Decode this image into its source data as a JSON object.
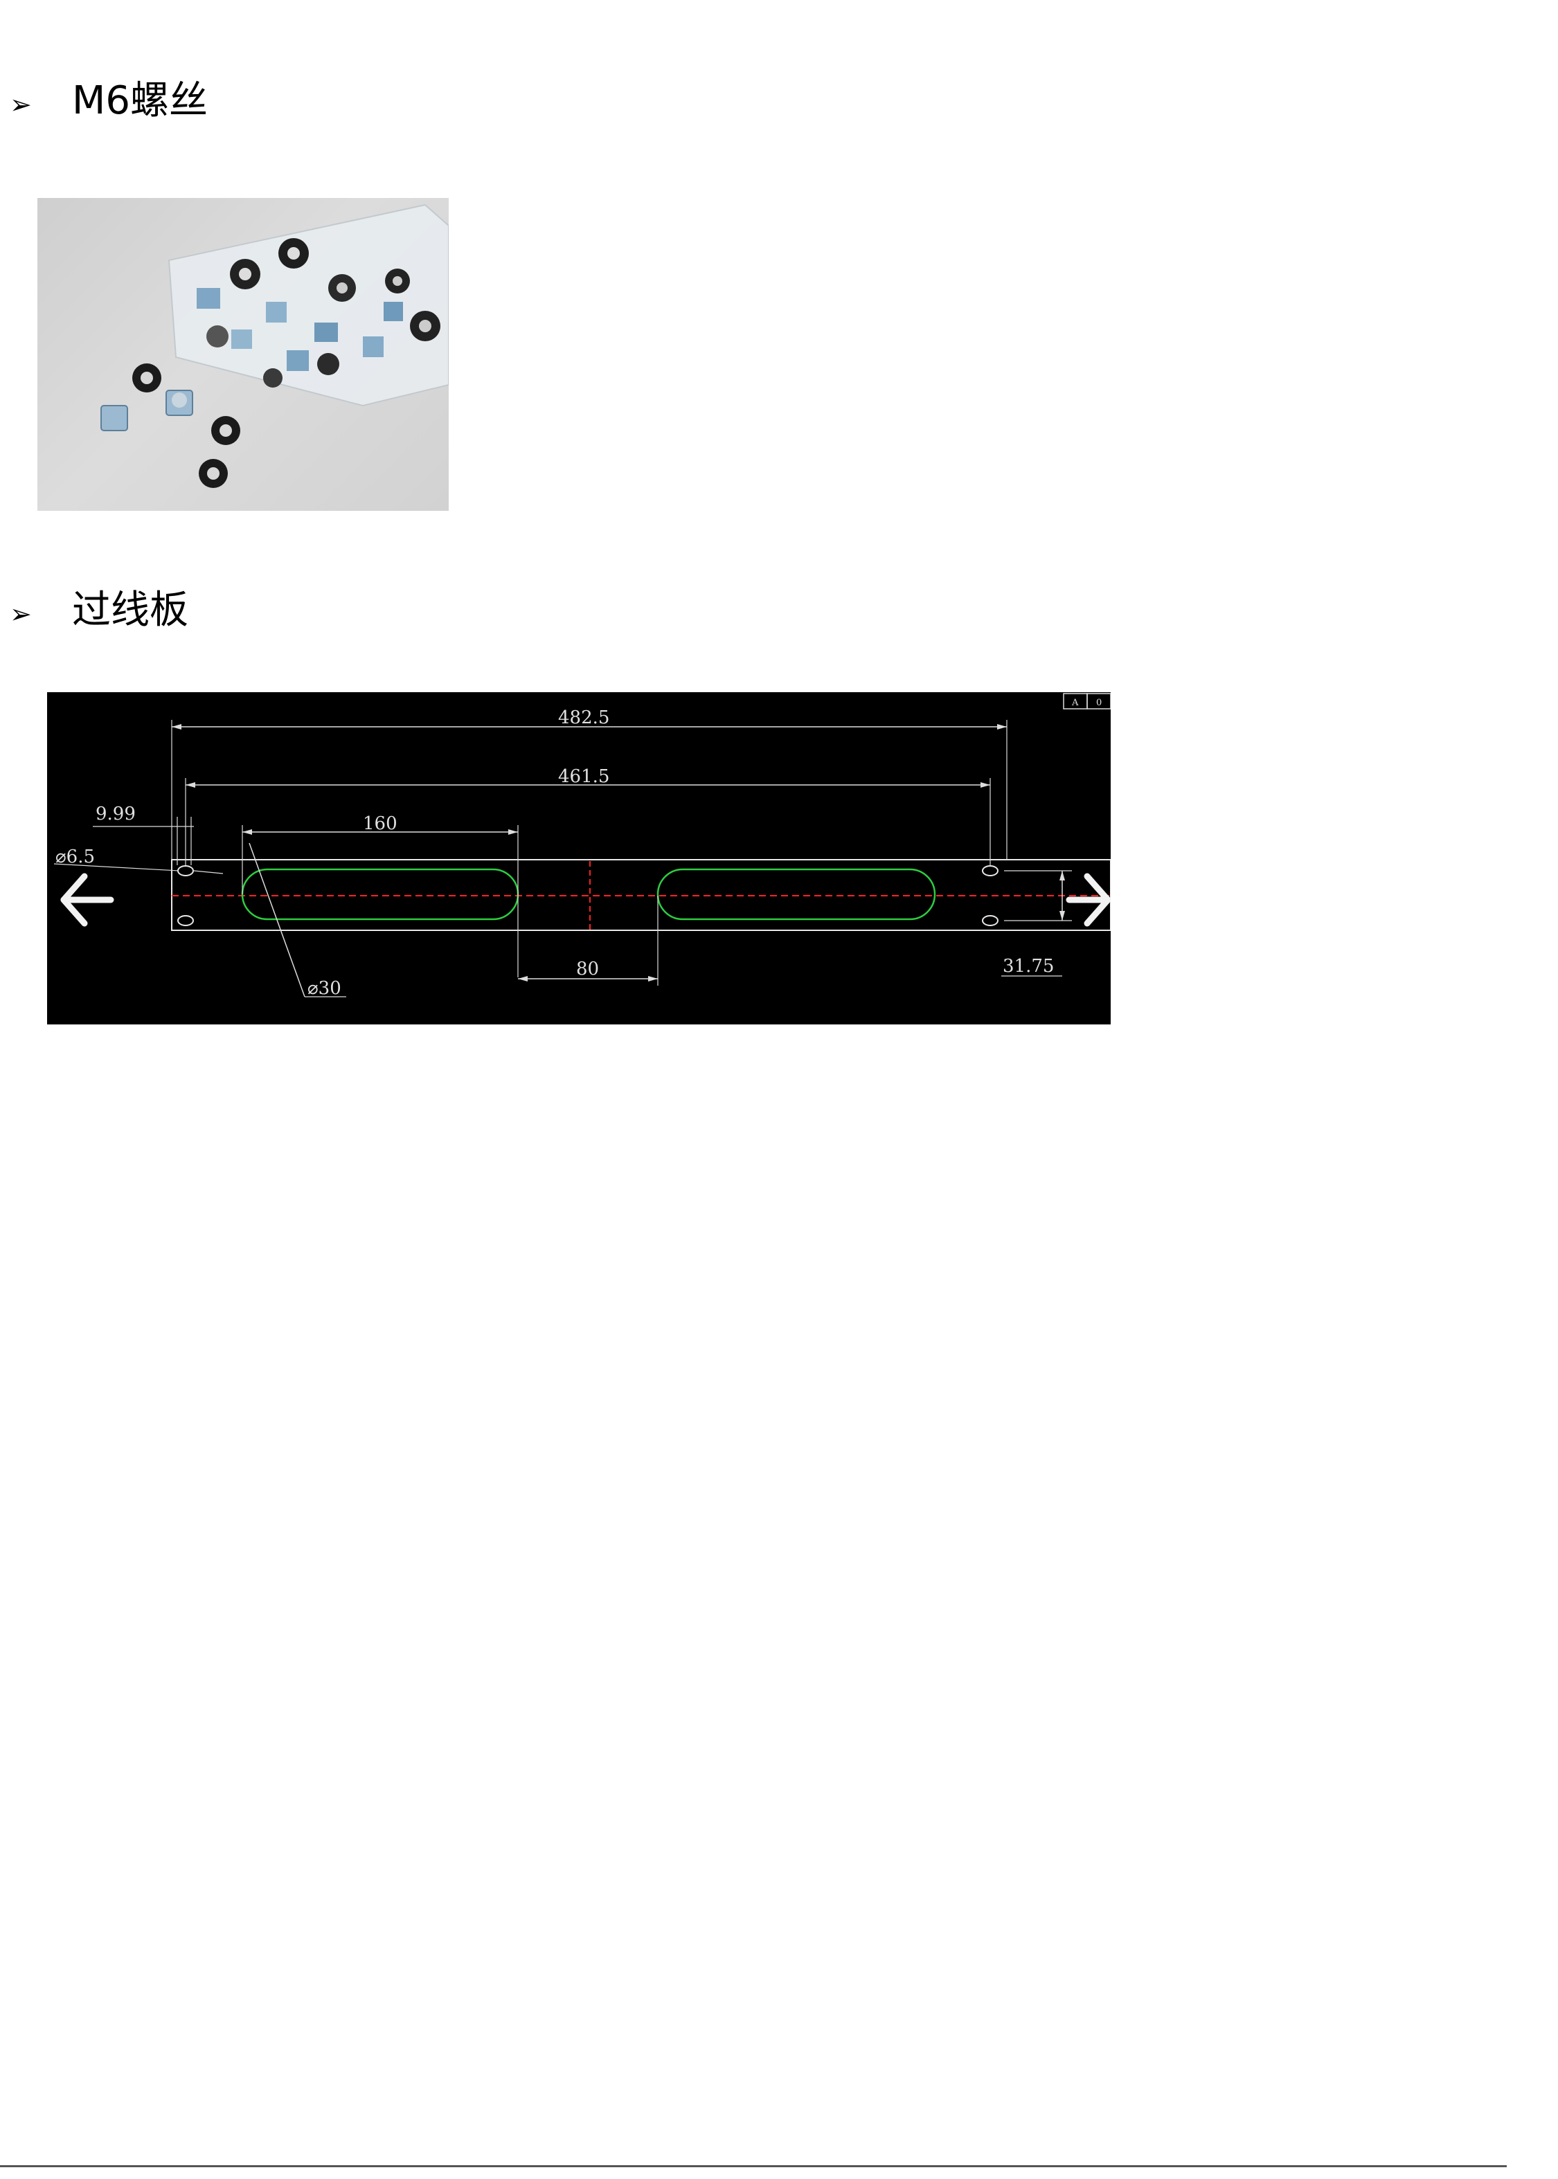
{
  "sections": [
    {
      "bullet": "➢",
      "title": "M6螺丝"
    },
    {
      "bullet": "➢",
      "title": "过线板"
    }
  ],
  "photo": {
    "icon": "cage-nut-screw-bag-photo"
  },
  "drawing": {
    "icon": "cable-management-panel-cad-drawing",
    "dim_total_width": "482.5",
    "dim_hole_spacing": "461.5",
    "dim_offset": "9.99",
    "dim_hole_dia": "⌀6.5",
    "dim_slot_length": "160",
    "dim_slot_gap": "80",
    "dim_slot_width": "⌀30",
    "dim_height": "31.75",
    "corner_label_a": "A",
    "corner_label_b": "0",
    "colors": {
      "outline": "#ffffff",
      "slot": "#2ecc40",
      "centerline": "#ff2020",
      "background": "#000000"
    }
  }
}
